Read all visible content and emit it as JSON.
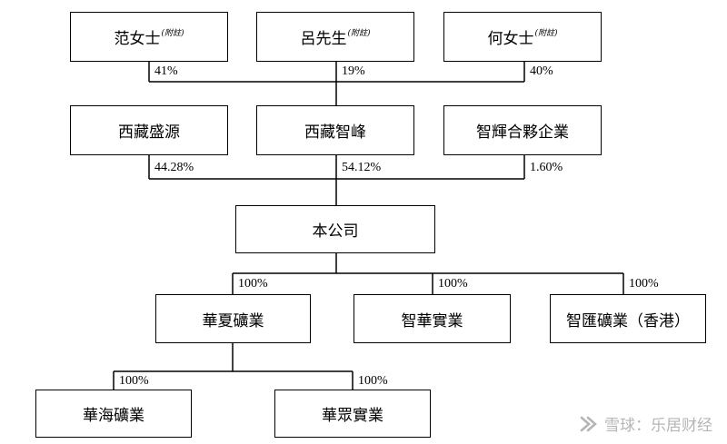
{
  "shareholders": {
    "fan": {
      "name": "范女士",
      "note": "(附註)",
      "pct": "41%"
    },
    "lu": {
      "name": "呂先生",
      "note": "(附註)",
      "pct": "19%"
    },
    "he": {
      "name": "何女士",
      "note": "(附註)",
      "pct": "40%"
    }
  },
  "holdcos": {
    "xizang_shengyuan": {
      "name": "西藏盛源",
      "pct": "44.28%"
    },
    "xizang_zhifeng": {
      "name": "西藏智峰",
      "pct": "54.12%"
    },
    "zhihui": {
      "name": "智輝合夥企業",
      "pct": "1.60%"
    }
  },
  "company": {
    "name": "本公司"
  },
  "subsidiaries": {
    "huaxia": {
      "name": "華夏礦業",
      "pct": "100%"
    },
    "zhihua": {
      "name": "智華實業",
      "pct": "100%"
    },
    "zhihui_hk": {
      "name": "智匯礦業（香港）",
      "pct": "100%"
    }
  },
  "grandchildren": {
    "huahai": {
      "name": "華海礦業",
      "pct": "100%"
    },
    "huazhong": {
      "name": "華眾實業",
      "pct": "100%"
    }
  },
  "watermark": {
    "text": "雪球：乐居财经",
    "icon": "snowball-logo-icon"
  }
}
